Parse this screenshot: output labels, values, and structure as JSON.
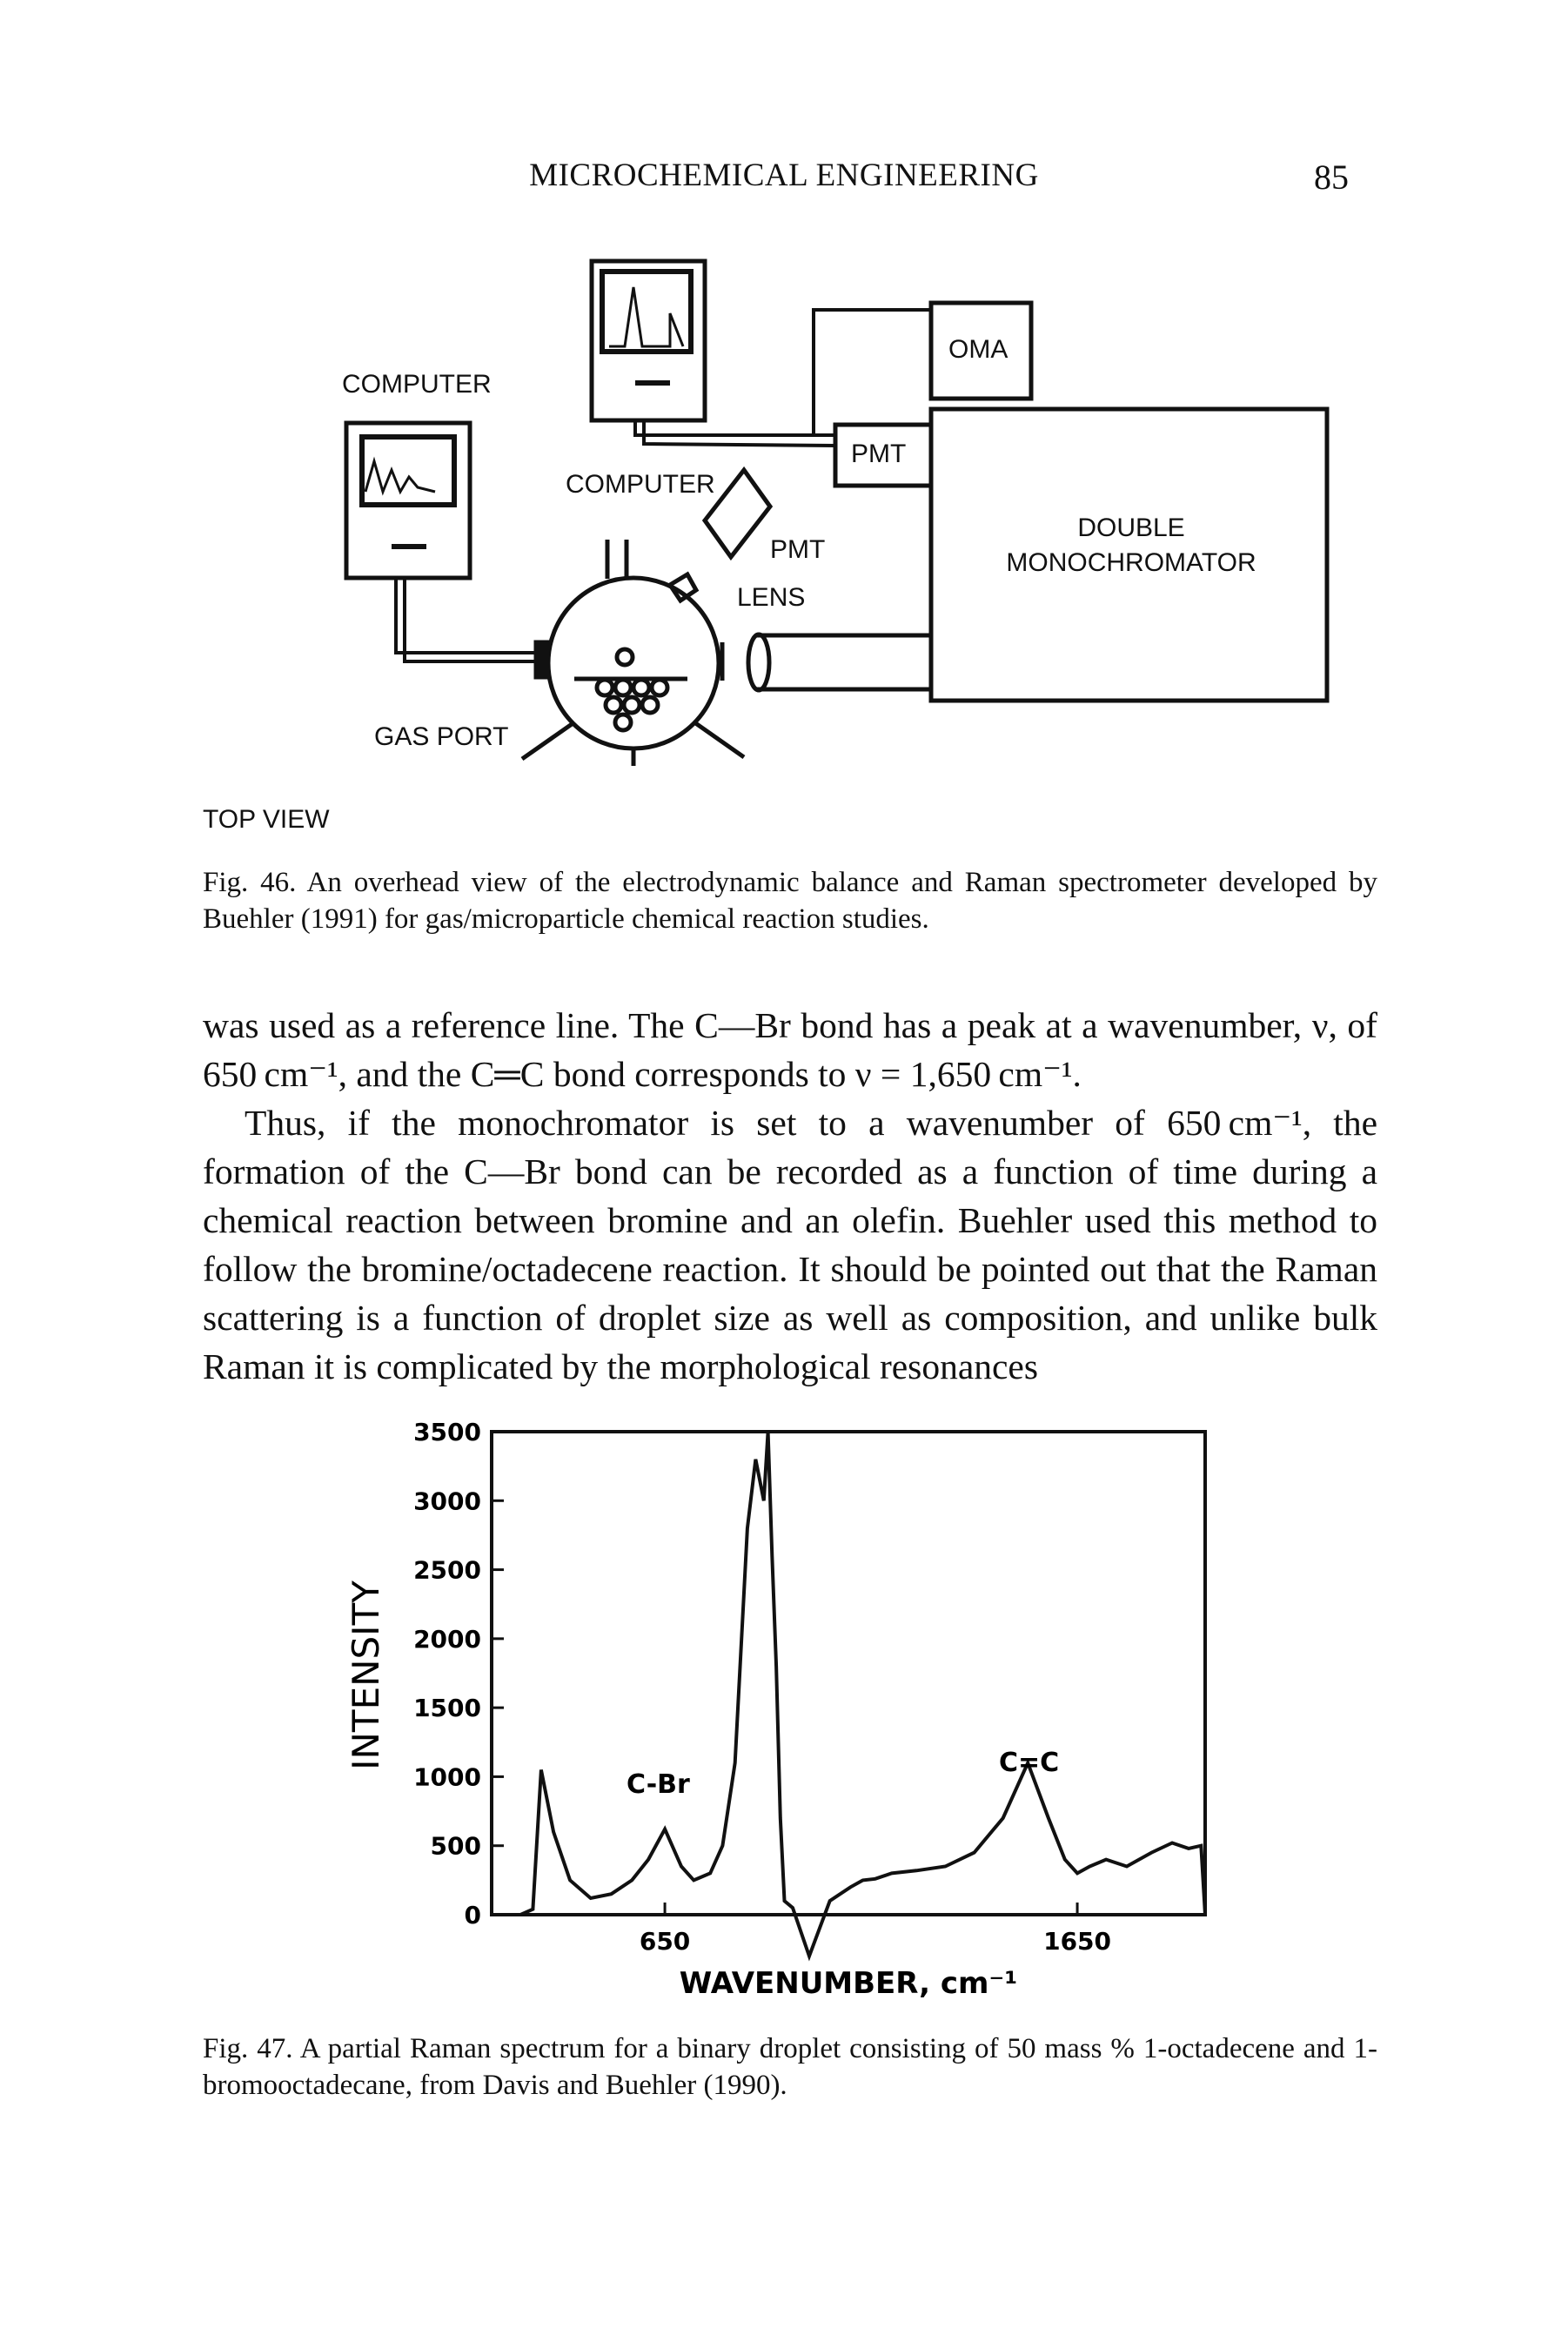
{
  "header": {
    "running_title": "MICROCHEMICAL ENGINEERING",
    "page_number": "85"
  },
  "figure46": {
    "labels": {
      "computer_left": "COMPUTER",
      "computer_center": "COMPUTER",
      "oma": "OMA",
      "pmt_box": "PMT",
      "pmt": "PMT",
      "lens": "LENS",
      "double": "DOUBLE",
      "monochromator": "MONOCHROMATOR",
      "gas_port": "GAS PORT",
      "top_view": "TOP VIEW"
    },
    "caption_label": "Fig. 46.",
    "caption_text": "An overhead view of the electrodynamic balance and Raman spectrometer developed by Buehler (1991) for gas/microparticle chemical reaction studies."
  },
  "body": {
    "para1_line1": "was used as a reference line. The C—Br bond has a peak at a wavenumber, ν, of 650 cm⁻¹, and the C═C bond corresponds to ν = 1,650 cm⁻¹.",
    "para2": "Thus, if the monochromator is set to a wavenumber of 650 cm⁻¹, the formation of the C—Br bond can be recorded as a function of time during a chemical reaction between bromine and an olefin. Buehler used this method to follow the bromine/octadecene reaction. It should be pointed out that the Raman scattering is a function of droplet size as well as composition, and unlike bulk Raman it is complicated by the morphological resonances"
  },
  "figure47": {
    "caption_label": "Fig. 47.",
    "caption_text": "A partial Raman spectrum for a binary droplet consisting of 50 mass % 1-octadecene and 1-bromooctadecane, from Davis and Buehler (1990).",
    "chart_data": {
      "type": "line",
      "title": "",
      "xlabel": "WAVENUMBER, cm⁻¹",
      "ylabel": "INTENSITY",
      "ylim": [
        0,
        3500
      ],
      "y_ticks": [
        "0",
        "500",
        "1000",
        "1500",
        "2000",
        "2500",
        "3000",
        "3500"
      ],
      "x_ticks": [
        "650",
        "1650"
      ],
      "annotations": [
        "C-Br",
        "C=C"
      ],
      "grid": false,
      "series": [
        {
          "x": [
            230,
            300,
            330,
            350,
            380,
            420,
            470,
            520,
            570,
            610,
            650,
            690,
            720,
            760,
            790,
            820,
            850,
            870,
            890,
            900,
            910,
            920,
            930,
            940,
            960,
            1000,
            1050,
            1100,
            1130,
            1160,
            1200,
            1260,
            1330,
            1400,
            1470,
            1530,
            1580,
            1620,
            1650,
            1680,
            1720,
            1770,
            1830,
            1880,
            1920,
            1950,
            1960
          ],
          "y": [
            0,
            0,
            40,
            1050,
            600,
            250,
            120,
            150,
            250,
            400,
            620,
            350,
            250,
            300,
            500,
            1100,
            2800,
            3300,
            3000,
            3500,
            2600,
            1800,
            700,
            100,
            50,
            -300,
            100,
            200,
            250,
            260,
            300,
            320,
            350,
            450,
            700,
            1100,
            700,
            400,
            300,
            350,
            400,
            350,
            450,
            520,
            480,
            500,
            0
          ]
        }
      ]
    }
  }
}
